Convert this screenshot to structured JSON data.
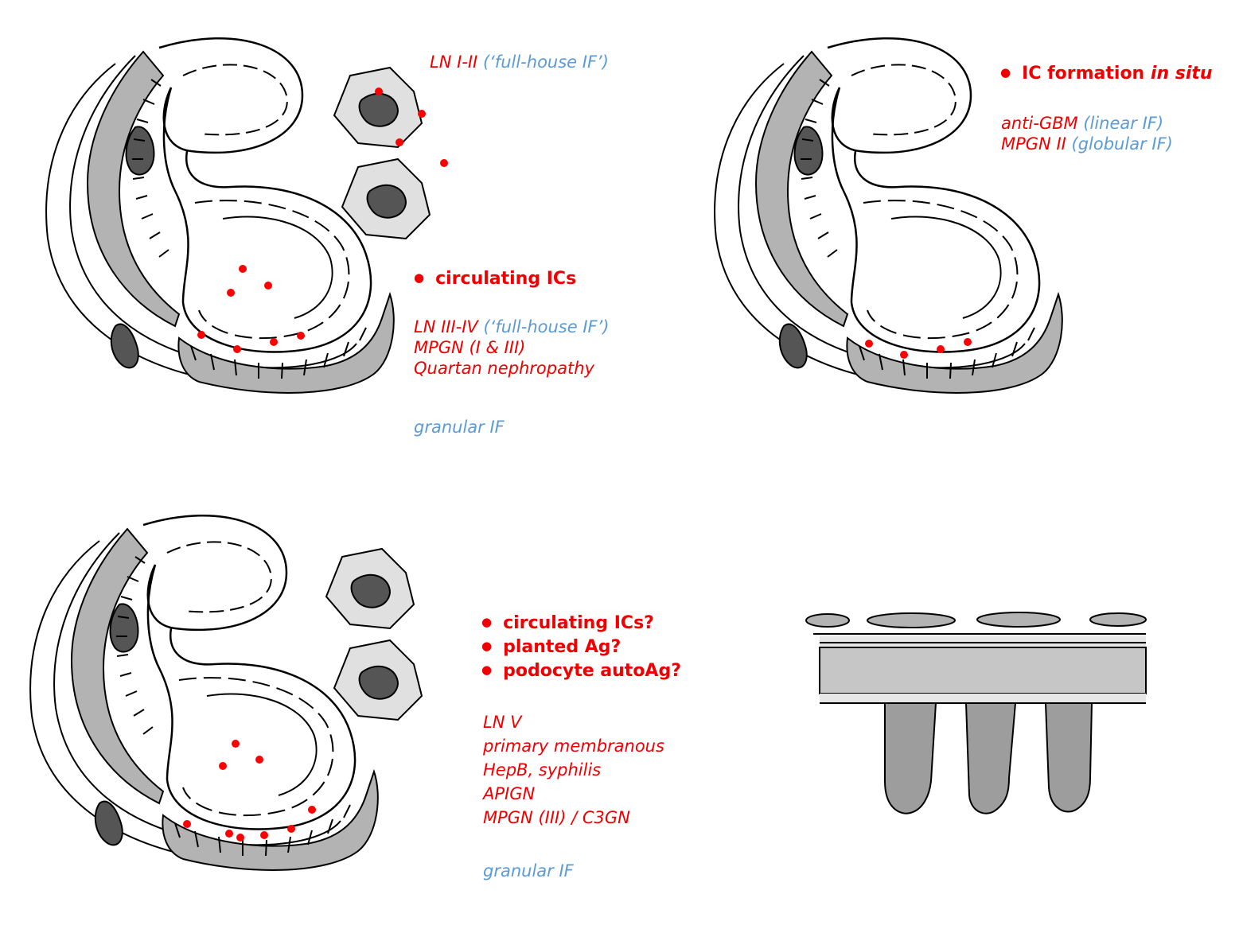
{
  "panel1": {
    "top_label": {
      "red": "LN I-II",
      "blue": "(‘full-house IF’)"
    },
    "bullet": "circulating ICs",
    "lines": [
      {
        "red": "LN III-IV",
        "blue": "(‘full-house IF’)"
      },
      {
        "red": "MPGN (I & III)",
        "blue": ""
      },
      {
        "red": "Quartan nephropathy",
        "blue": ""
      }
    ],
    "footer": "granular IF"
  },
  "panel2": {
    "bullet_bold": "IC formation",
    "bullet_italic": "in situ",
    "lines": [
      {
        "red": "anti-GBM",
        "blue": "(linear IF)"
      },
      {
        "red": "MPGN II",
        "blue": "(globular IF)"
      }
    ]
  },
  "panel3": {
    "bullets": [
      "circulating ICs?",
      "planted Ag?",
      "podocyte autoAg?"
    ],
    "lines": [
      "LN V",
      "primary membranous",
      "HepB, syphilis",
      "APIGN",
      "MPGN (III) / C3GN"
    ],
    "footer": "granular IF"
  },
  "colors": {
    "red": "#f00000",
    "blue": "#5b9bd5",
    "dark_gray": "#555555",
    "mid_gray": "#a9a9a9",
    "light_gray": "#e0e0e0"
  }
}
